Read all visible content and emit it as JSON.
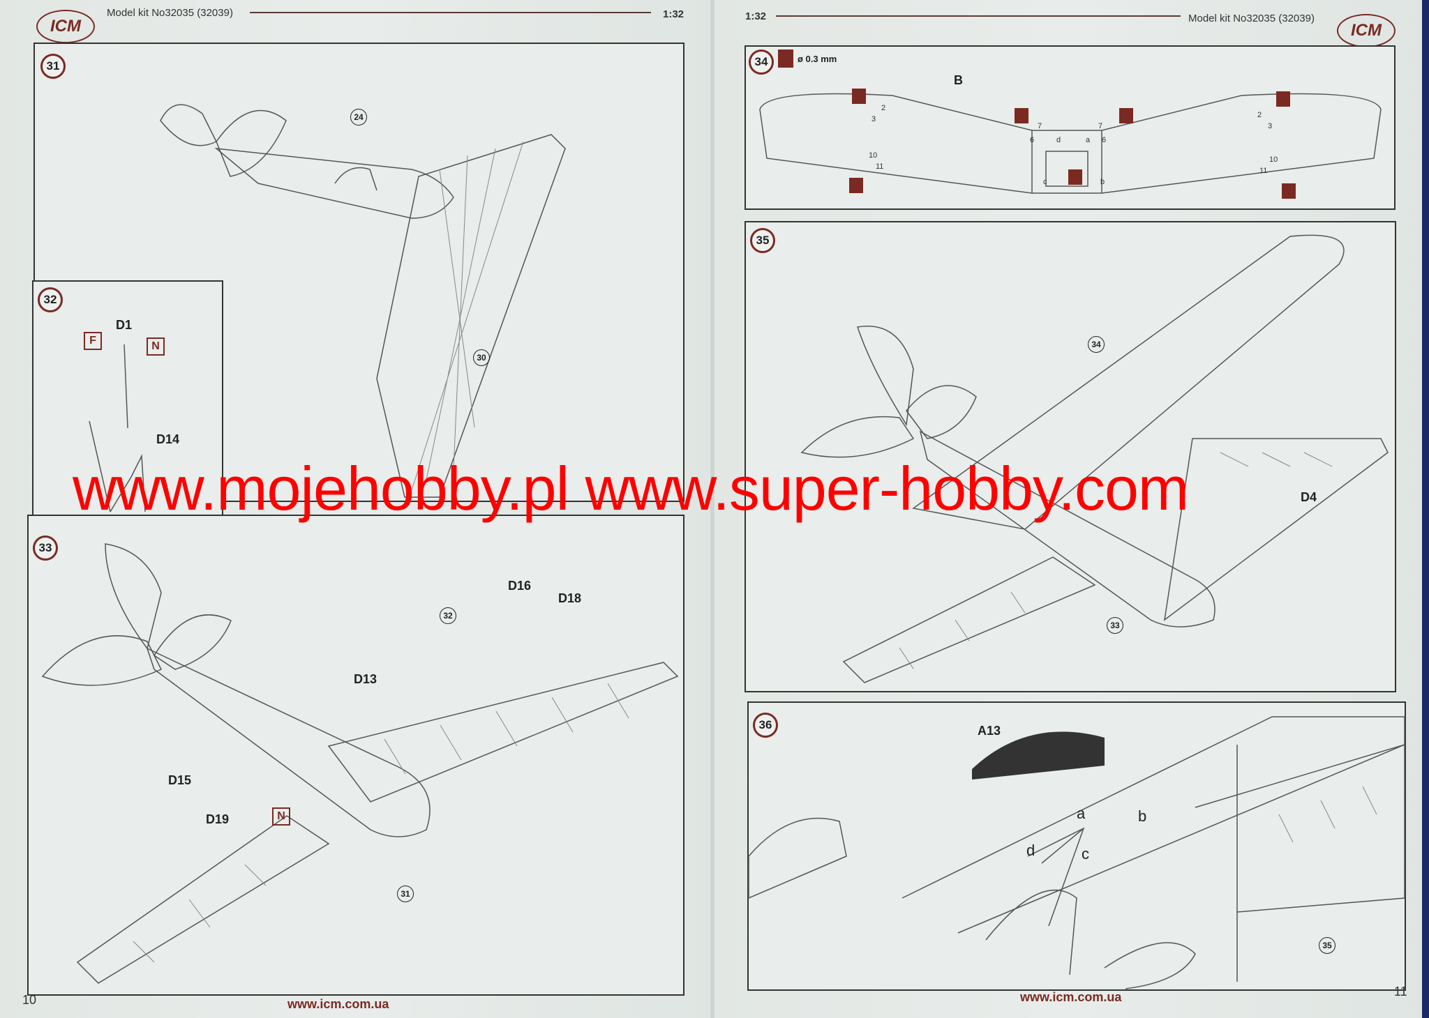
{
  "left_page": {
    "header": {
      "logo": "ICM",
      "title": "Model kit No32035 (32039)",
      "scale": "1:32"
    },
    "page_number": "10",
    "footer_url": "www.icm.com.ua",
    "steps": {
      "s31": {
        "number": "31",
        "refs": [
          "24",
          "30"
        ]
      },
      "s32": {
        "number": "32",
        "labels": [
          "D1",
          "D14"
        ],
        "marks": [
          "F",
          "N"
        ]
      },
      "s33": {
        "number": "33",
        "labels": [
          "D16",
          "D18",
          "D13",
          "D15",
          "D19"
        ],
        "refs": [
          "32",
          "31"
        ],
        "marks": [
          "N"
        ]
      }
    }
  },
  "right_page": {
    "header": {
      "logo": "ICM",
      "title": "Model kit No32035 (32039)",
      "scale": "1:32"
    },
    "page_number": "11",
    "footer_url": "www.icm.com.ua",
    "steps": {
      "s34": {
        "number": "34",
        "drill": "ø 0.3 mm",
        "labels": [
          "B"
        ],
        "points": [
          "2",
          "3",
          "7",
          "6",
          "d",
          "a",
          "7",
          "6",
          "2",
          "3",
          "10",
          "11",
          "c",
          "b",
          "10",
          "11"
        ]
      },
      "s35": {
        "number": "35",
        "refs": [
          "34",
          "33"
        ],
        "labels": [
          "D4"
        ]
      },
      "s36": {
        "number": "36",
        "labels": [
          "A13",
          "a",
          "b",
          "d",
          "c"
        ],
        "refs": [
          "35"
        ]
      }
    }
  },
  "watermark": "www.mojehobby.pl www.super-hobby.com",
  "colors": {
    "accent": "#7a2a22",
    "watermark": "#ff0000"
  }
}
